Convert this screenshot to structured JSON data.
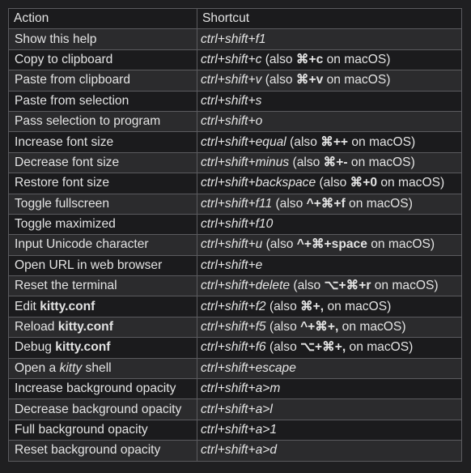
{
  "table": {
    "headers": [
      "Action",
      "Shortcut"
    ],
    "rows": [
      {
        "action": [
          {
            "t": "Show this help"
          }
        ],
        "shortcut": [
          {
            "t": "ctrl+shift+f1",
            "s": "k"
          }
        ]
      },
      {
        "action": [
          {
            "t": "Copy to clipboard"
          }
        ],
        "shortcut": [
          {
            "t": "ctrl+shift+c",
            "s": "k"
          },
          {
            "t": " (also "
          },
          {
            "t": "⌘+c",
            "s": "m"
          },
          {
            "t": " on macOS)"
          }
        ]
      },
      {
        "action": [
          {
            "t": "Paste from clipboard"
          }
        ],
        "shortcut": [
          {
            "t": "ctrl+shift+v",
            "s": "k"
          },
          {
            "t": " (also "
          },
          {
            "t": "⌘+v",
            "s": "m"
          },
          {
            "t": " on macOS)"
          }
        ]
      },
      {
        "action": [
          {
            "t": "Paste from selection"
          }
        ],
        "shortcut": [
          {
            "t": "ctrl+shift+s",
            "s": "k"
          }
        ]
      },
      {
        "action": [
          {
            "t": "Pass selection to program"
          }
        ],
        "shortcut": [
          {
            "t": "ctrl+shift+o",
            "s": "k"
          }
        ]
      },
      {
        "action": [
          {
            "t": "Increase font size"
          }
        ],
        "shortcut": [
          {
            "t": "ctrl+shift+equal",
            "s": "k"
          },
          {
            "t": " (also "
          },
          {
            "t": "⌘++",
            "s": "m"
          },
          {
            "t": " on macOS)"
          }
        ]
      },
      {
        "action": [
          {
            "t": "Decrease font size"
          }
        ],
        "shortcut": [
          {
            "t": "ctrl+shift+minus",
            "s": "k"
          },
          {
            "t": " (also "
          },
          {
            "t": "⌘+-",
            "s": "m"
          },
          {
            "t": " on macOS)"
          }
        ]
      },
      {
        "action": [
          {
            "t": "Restore font size"
          }
        ],
        "shortcut": [
          {
            "t": "ctrl+shift+backspace",
            "s": "k"
          },
          {
            "t": " (also "
          },
          {
            "t": "⌘+0",
            "s": "m"
          },
          {
            "t": " on macOS)"
          }
        ]
      },
      {
        "action": [
          {
            "t": "Toggle fullscreen"
          }
        ],
        "shortcut": [
          {
            "t": "ctrl+shift+f11",
            "s": "k"
          },
          {
            "t": " (also "
          },
          {
            "t": "^+⌘+f",
            "s": "m"
          },
          {
            "t": " on macOS)"
          }
        ]
      },
      {
        "action": [
          {
            "t": "Toggle maximized"
          }
        ],
        "shortcut": [
          {
            "t": "ctrl+shift+f10",
            "s": "k"
          }
        ]
      },
      {
        "action": [
          {
            "t": "Input Unicode character"
          }
        ],
        "shortcut": [
          {
            "t": "ctrl+shift+u",
            "s": "k"
          },
          {
            "t": " (also "
          },
          {
            "t": "^+⌘+space",
            "s": "m"
          },
          {
            "t": " on macOS)"
          }
        ]
      },
      {
        "action": [
          {
            "t": "Open URL in web browser"
          }
        ],
        "shortcut": [
          {
            "t": "ctrl+shift+e",
            "s": "k"
          }
        ]
      },
      {
        "action": [
          {
            "t": "Reset the terminal"
          }
        ],
        "shortcut": [
          {
            "t": "ctrl+shift+delete",
            "s": "k"
          },
          {
            "t": " (also "
          },
          {
            "t": "⌥+⌘+r",
            "s": "m"
          },
          {
            "t": " on macOS)"
          }
        ]
      },
      {
        "action": [
          {
            "t": "Edit "
          },
          {
            "t": "kitty.conf",
            "s": "m"
          }
        ],
        "shortcut": [
          {
            "t": "ctrl+shift+f2",
            "s": "k"
          },
          {
            "t": " (also "
          },
          {
            "t": "⌘+,",
            "s": "m"
          },
          {
            "t": " on macOS)"
          }
        ]
      },
      {
        "action": [
          {
            "t": "Reload "
          },
          {
            "t": "kitty.conf",
            "s": "m"
          }
        ],
        "shortcut": [
          {
            "t": "ctrl+shift+f5",
            "s": "k"
          },
          {
            "t": " (also "
          },
          {
            "t": "^+⌘+,",
            "s": "m"
          },
          {
            "t": " on macOS)"
          }
        ]
      },
      {
        "action": [
          {
            "t": "Debug "
          },
          {
            "t": "kitty.conf",
            "s": "m"
          }
        ],
        "shortcut": [
          {
            "t": "ctrl+shift+f6",
            "s": "k"
          },
          {
            "t": " (also "
          },
          {
            "t": "⌥+⌘+,",
            "s": "m"
          },
          {
            "t": " on macOS)"
          }
        ]
      },
      {
        "action": [
          {
            "t": "Open a "
          },
          {
            "t": "kitty",
            "s": "k"
          },
          {
            "t": " shell"
          }
        ],
        "shortcut": [
          {
            "t": "ctrl+shift+escape",
            "s": "k"
          }
        ]
      },
      {
        "action": [
          {
            "t": "Increase background opacity"
          }
        ],
        "shortcut": [
          {
            "t": "ctrl+shift+a>m",
            "s": "k"
          }
        ]
      },
      {
        "action": [
          {
            "t": "Decrease background opacity"
          }
        ],
        "shortcut": [
          {
            "t": "ctrl+shift+a>l",
            "s": "k"
          }
        ]
      },
      {
        "action": [
          {
            "t": "Full background opacity"
          }
        ],
        "shortcut": [
          {
            "t": "ctrl+shift+a>1",
            "s": "k"
          }
        ]
      },
      {
        "action": [
          {
            "t": "Reset background opacity"
          }
        ],
        "shortcut": [
          {
            "t": "ctrl+shift+a>d",
            "s": "k"
          }
        ]
      }
    ]
  }
}
